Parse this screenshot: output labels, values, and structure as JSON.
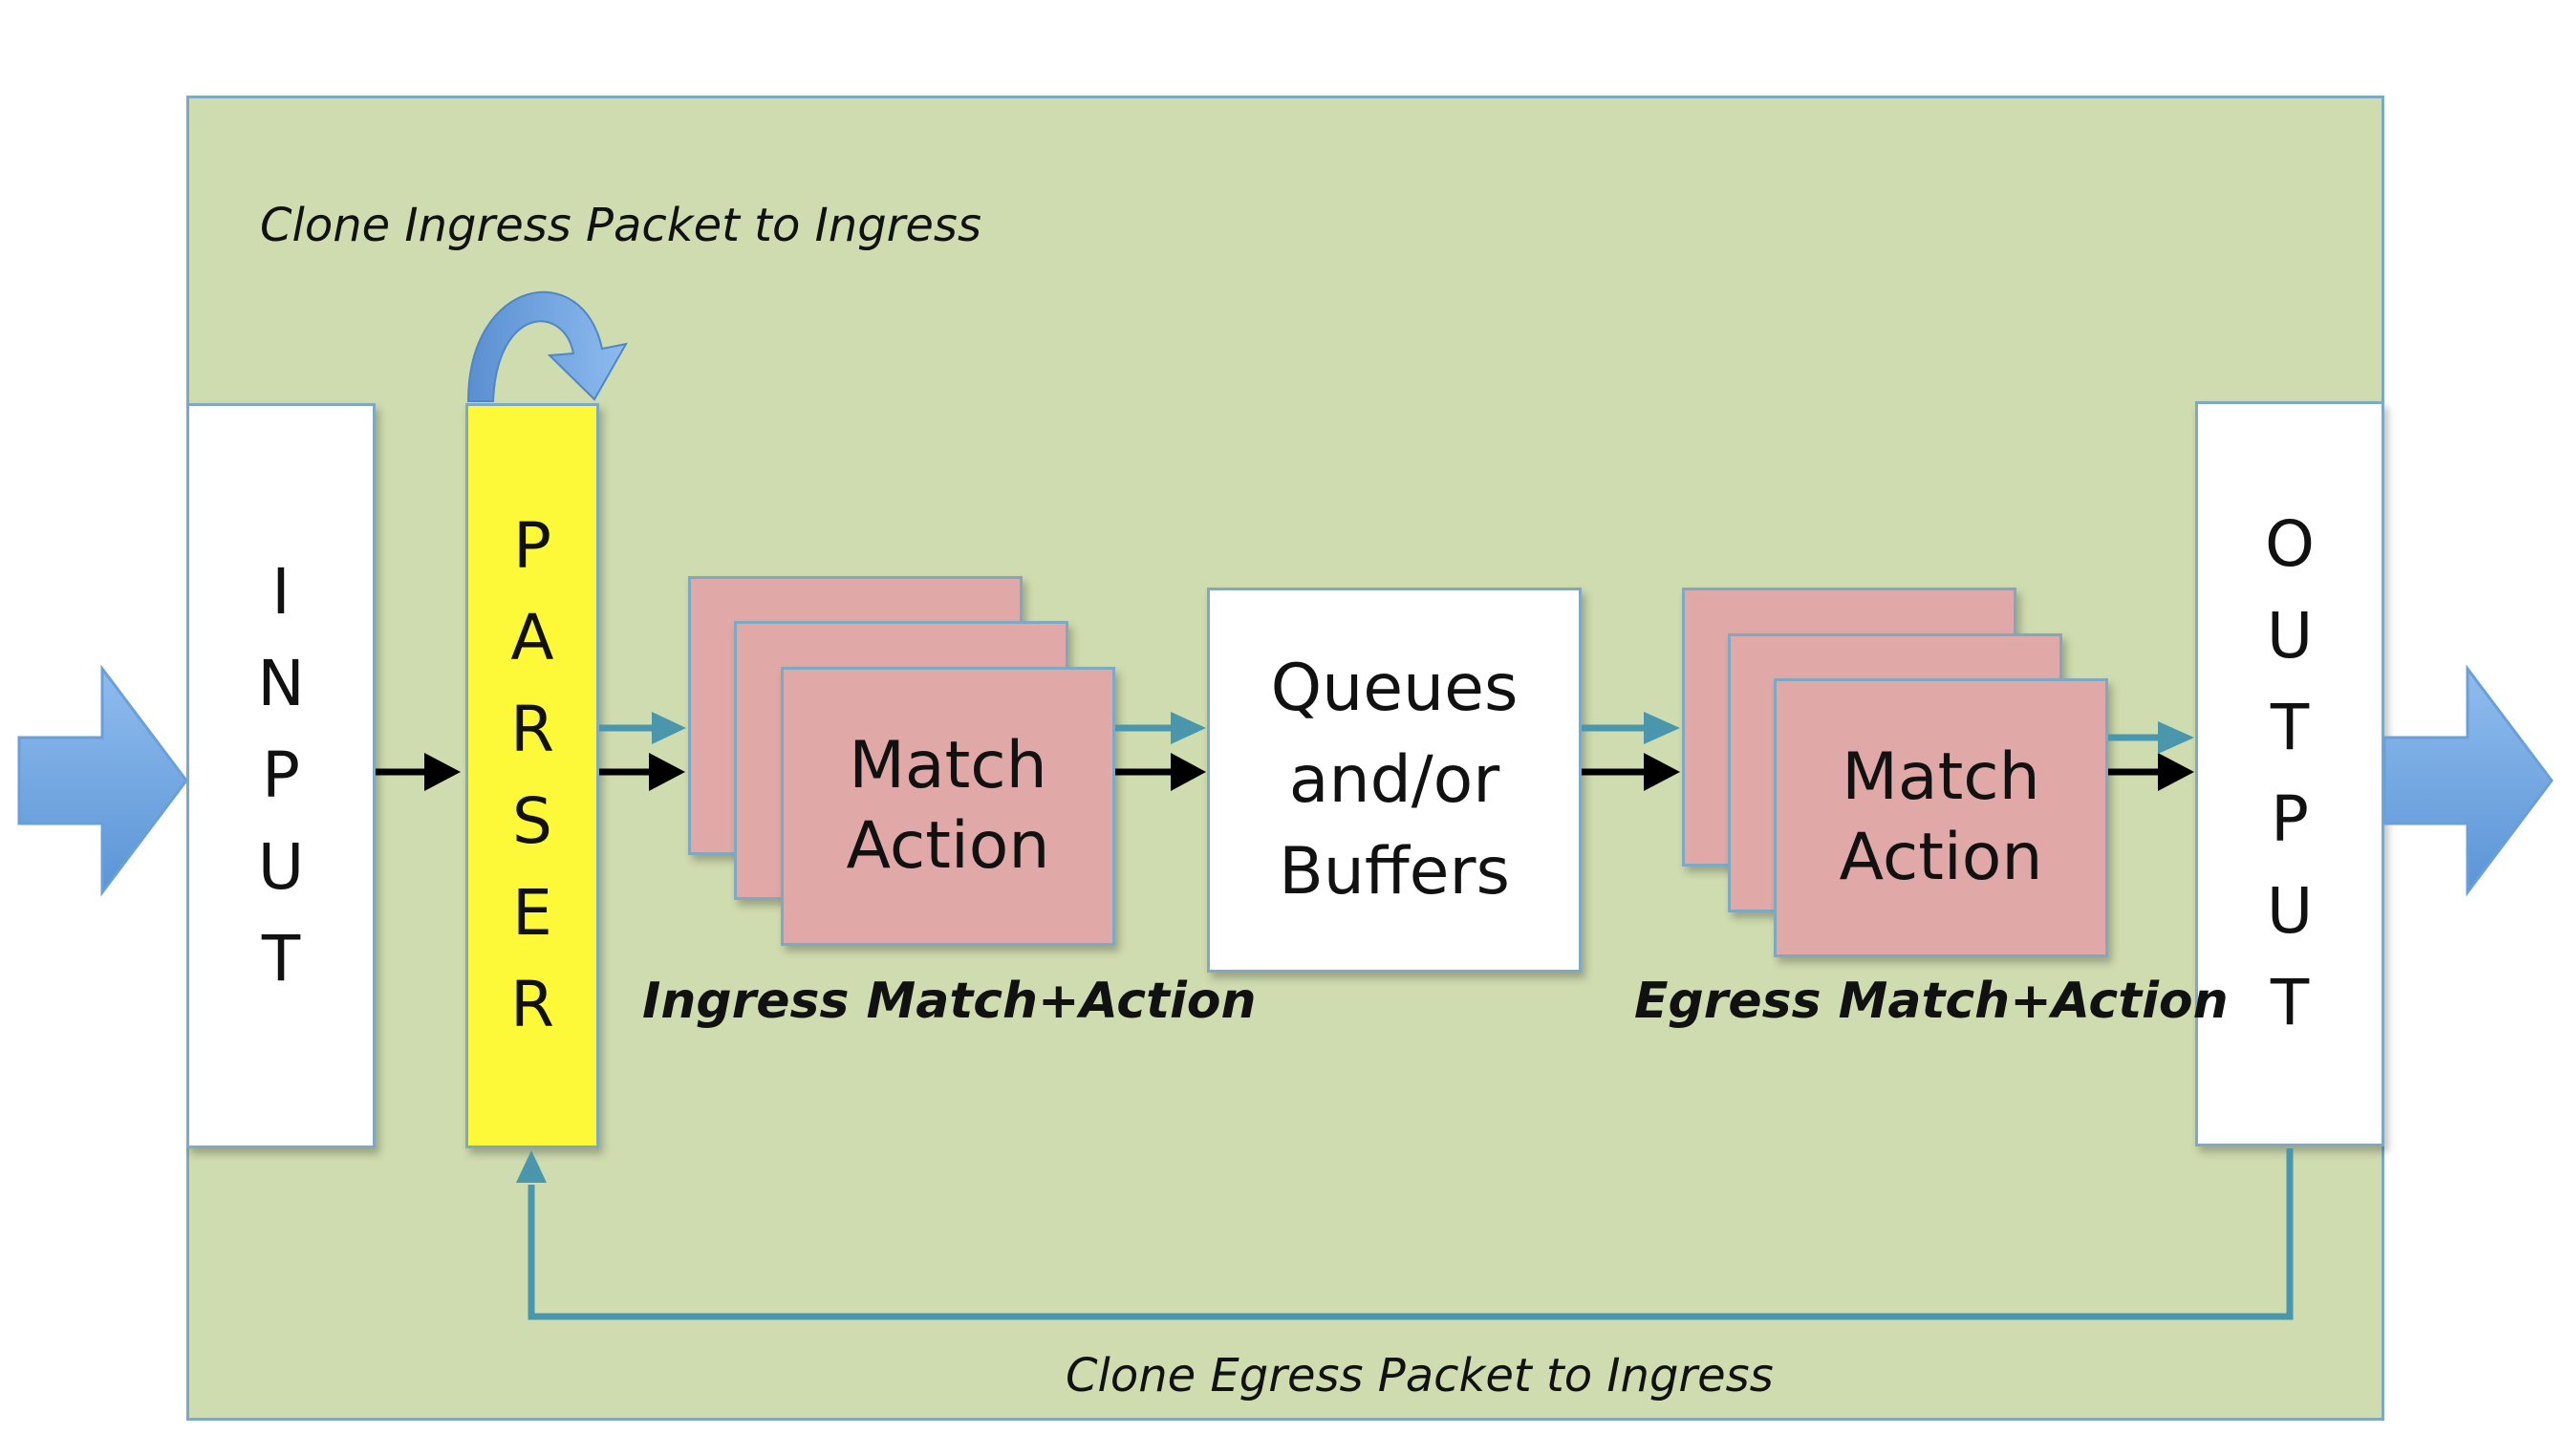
{
  "blocks": {
    "input": "INPUT",
    "parser": "PARSER",
    "output": "OUTPUT",
    "match_action": {
      "line1": "Match",
      "line2": "Action"
    },
    "queues": {
      "line1": "Queues",
      "line2": "and/or",
      "line3": "Buffers"
    }
  },
  "labels": {
    "clone_ingress": "Clone Ingress Packet to Ingress",
    "clone_egress": "Clone Egress Packet to Ingress",
    "ingress_match_action": "Ingress Match+Action",
    "egress_match_action": "Egress Match+Action"
  },
  "colors": {
    "background": "#cfdcaf",
    "parser": "#fdf838",
    "match_action": "#e0a8a6",
    "teal_arrow": "#4a97ad",
    "big_arrow": "#6fa6de"
  }
}
